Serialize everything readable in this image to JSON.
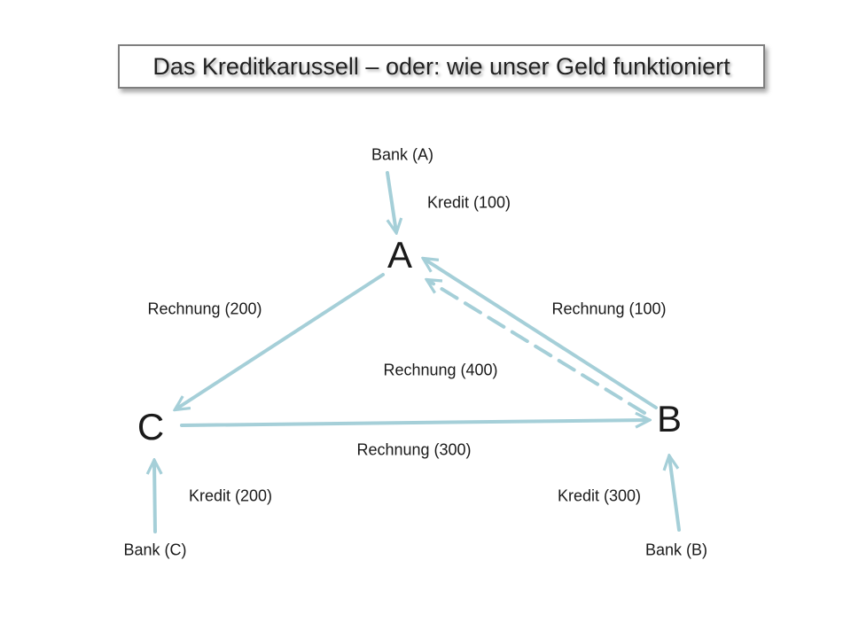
{
  "title": "Das Kreditkarussell – oder: wie unser Geld funktioniert",
  "nodes": {
    "a": "A",
    "b": "B",
    "c": "C"
  },
  "banks": {
    "a": "Bank (A)",
    "b": "Bank (B)",
    "c": "Bank (C)"
  },
  "credits": {
    "a": "Kredit (100)",
    "b": "Kredit (300)",
    "c": "Kredit (200)"
  },
  "invoices": {
    "a_to_c": "Rechnung (200)",
    "b_to_a": "Rechnung (100)",
    "b_to_a_dashed": "Rechnung (400)",
    "c_to_b": "Rechnung (300)"
  },
  "colors": {
    "arrow": "#a5cfd8"
  }
}
